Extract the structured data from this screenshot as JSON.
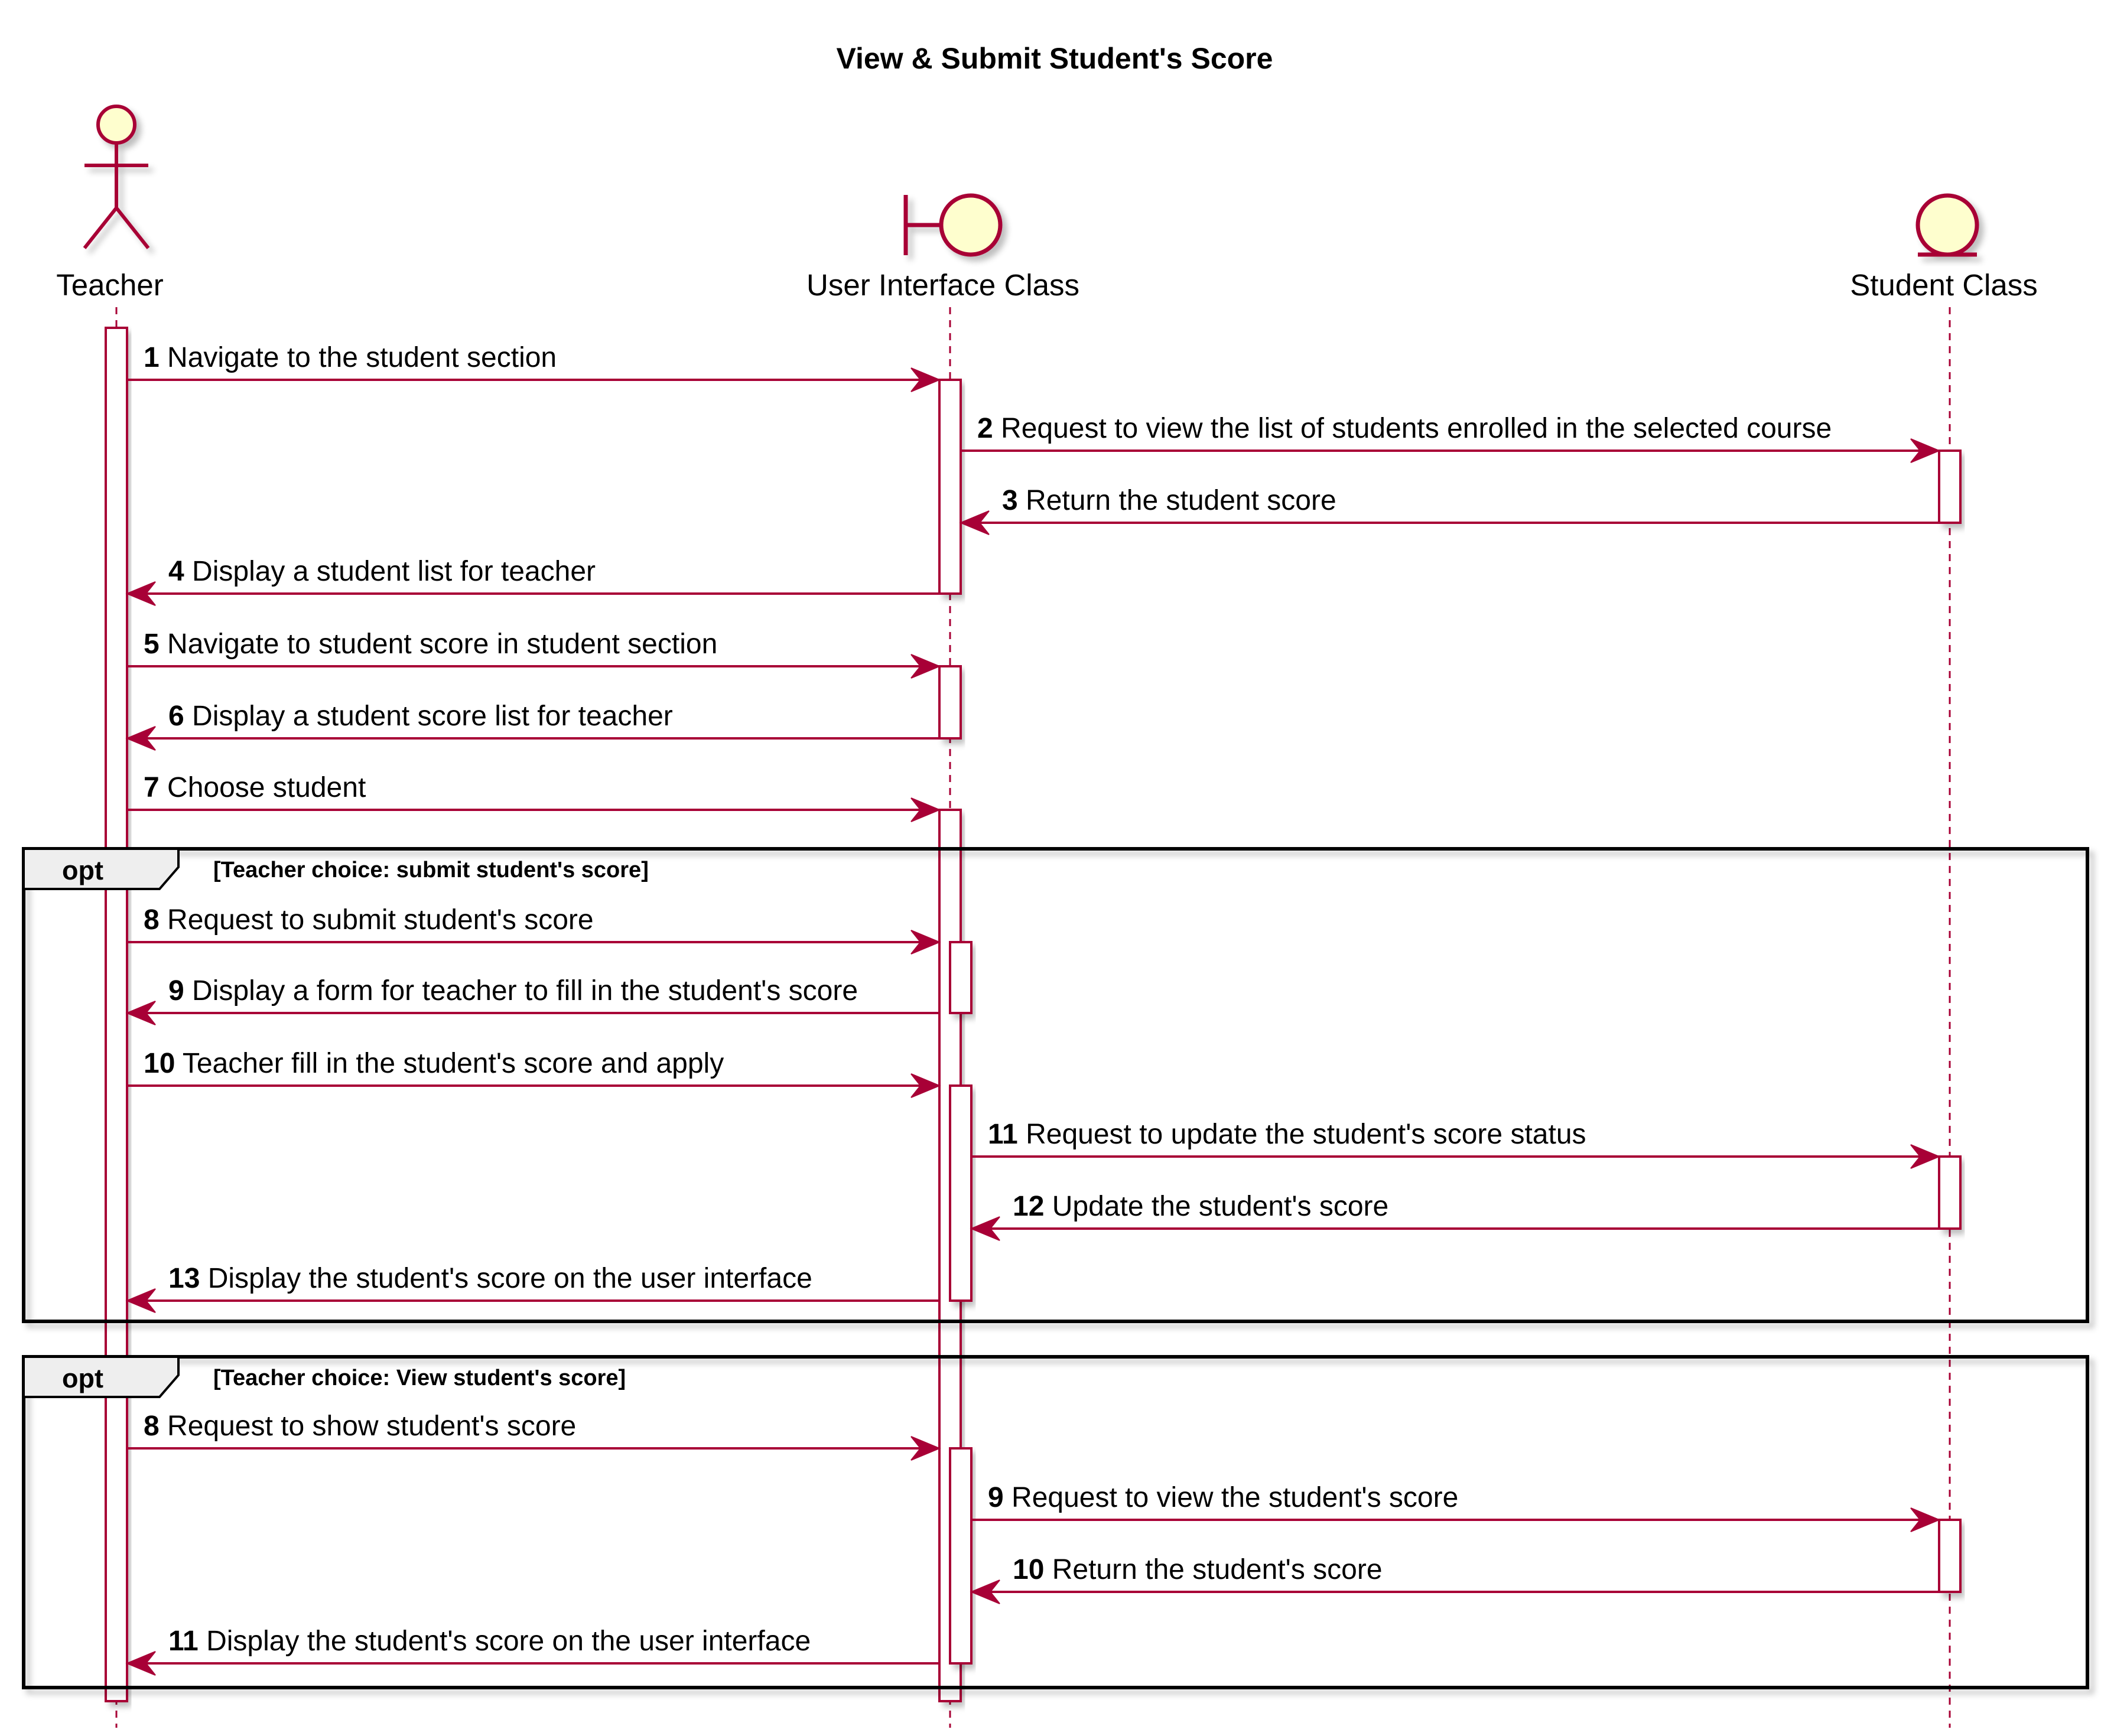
{
  "title": "View & Submit Student's Score",
  "colors": {
    "line": "#A80036",
    "fill": "#FEFECE",
    "frame": "#000000",
    "shadow": "#C9C9C9"
  },
  "participants": [
    {
      "name": "Teacher",
      "kind": "actor",
      "icon": "actor-icon"
    },
    {
      "name": "User Interface Class",
      "kind": "boundary",
      "icon": "boundary-icon"
    },
    {
      "name": "Student Class",
      "kind": "entity",
      "icon": "entity-icon"
    }
  ],
  "messages": [
    {
      "num": "1",
      "text": "Navigate to the student section",
      "from": "Teacher",
      "to": "User Interface Class"
    },
    {
      "num": "2",
      "text": "Request to view the list of students enrolled in the selected course",
      "from": "User Interface Class",
      "to": "Student Class"
    },
    {
      "num": "3",
      "text": "Return the student score",
      "from": "Student Class",
      "to": "User Interface Class"
    },
    {
      "num": "4",
      "text": "Display a student list for teacher",
      "from": "User Interface Class",
      "to": "Teacher"
    },
    {
      "num": "5",
      "text": "Navigate to student score in student section",
      "from": "Teacher",
      "to": "User Interface Class"
    },
    {
      "num": "6",
      "text": "Display a student score list for teacher",
      "from": "User Interface Class",
      "to": "Teacher"
    },
    {
      "num": "7",
      "text": "Choose student",
      "from": "Teacher",
      "to": "User Interface Class"
    },
    {
      "num": "8",
      "text": "Request to submit student's score",
      "from": "Teacher",
      "to": "User Interface Class"
    },
    {
      "num": "9",
      "text": "Display a form for teacher to fill in the student's score",
      "from": "User Interface Class",
      "to": "Teacher"
    },
    {
      "num": "10",
      "text": "Teacher fill in the student's score and apply",
      "from": "Teacher",
      "to": "User Interface Class"
    },
    {
      "num": "11",
      "text": "Request to update the student's score status",
      "from": "User Interface Class",
      "to": "Student Class"
    },
    {
      "num": "12",
      "text": "Update the student's score",
      "from": "Student Class",
      "to": "User Interface Class"
    },
    {
      "num": "13",
      "text": "Display the student's score on the user interface",
      "from": "User Interface Class",
      "to": "Teacher"
    },
    {
      "num": "8",
      "text": "Request to show student's score",
      "from": "Teacher",
      "to": "User Interface Class"
    },
    {
      "num": "9",
      "text": "Request to view the student's score",
      "from": "User Interface Class",
      "to": "Student Class"
    },
    {
      "num": "10",
      "text": "Return the student's score",
      "from": "Student Class",
      "to": "User Interface Class"
    },
    {
      "num": "11",
      "text": "Display the student's score on the user interface",
      "from": "User Interface Class",
      "to": "Teacher"
    }
  ],
  "fragments": [
    {
      "operator": "opt",
      "guard": "[Teacher choice: submit student's score]"
    },
    {
      "operator": "opt",
      "guard": "[Teacher choice: View student's score]"
    }
  ]
}
